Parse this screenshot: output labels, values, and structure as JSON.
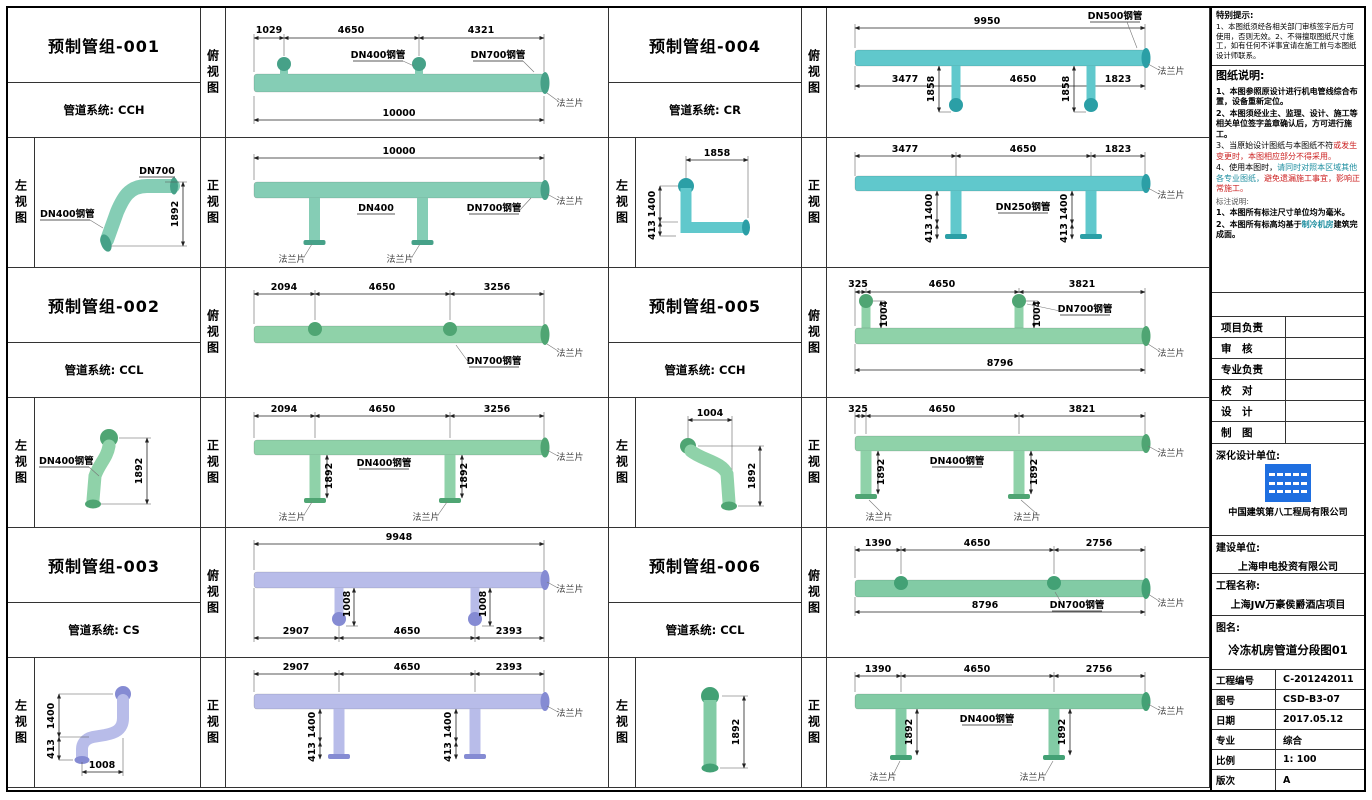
{
  "view_labels": {
    "top": "俯视图",
    "left": "左视图",
    "front": "正视图"
  },
  "common": {
    "flange": "法兰片"
  },
  "groups": [
    {
      "title": "预制管组-001",
      "system": "管道系统: CCH",
      "color": "#85cdb5",
      "dark": "#46a188",
      "top": {
        "d1": "1029",
        "d2": "4650",
        "d3": "4321",
        "total": "10000",
        "lbl1": "DN400钢管",
        "lbl2": "DN700钢管"
      },
      "left": {
        "lbl1": "DN700",
        "lbl2": "DN400钢管",
        "v": "1892"
      },
      "front": {
        "total": "10000",
        "lbl1": "DN400",
        "lbl2": "DN700钢管"
      }
    },
    {
      "title": "预制管组-002",
      "system": "管道系统: CCL",
      "color": "#8fd2a9",
      "dark": "#4fa573",
      "top": {
        "d1": "2094",
        "d2": "4650",
        "d3": "3256",
        "lbl": "DN700钢管"
      },
      "left": {
        "lbl": "DN400钢管",
        "v": "1892"
      },
      "front": {
        "d1": "2094",
        "d2": "4650",
        "d3": "3256",
        "v": "1892",
        "lbl": "DN400钢管"
      }
    },
    {
      "title": "预制管组-003",
      "system": "管道系统: CS",
      "color": "#b8bce9",
      "dark": "#858bd3",
      "top": {
        "total": "9948",
        "s": "1008",
        "d1": "2907",
        "d2": "4650",
        "d3": "2393"
      },
      "left": {
        "v1": "1400",
        "v2": "413",
        "b": "1008"
      },
      "front": {
        "d1": "2907",
        "d2": "4650",
        "d3": "2393",
        "v1": "1400",
        "v2": "413"
      }
    },
    {
      "title": "预制管组-004",
      "system": "管道系统: CR",
      "color": "#60c8cc",
      "dark": "#2b9fa6",
      "top": {
        "total": "9950",
        "lbl": "DN500钢管",
        "d1": "3477",
        "d2": "4650",
        "d3": "1823",
        "s": "1858"
      },
      "left": {
        "h": "1858",
        "v1": "1400",
        "v2": "413"
      },
      "front": {
        "d1": "3477",
        "d2": "4650",
        "d3": "1823",
        "v1": "1400",
        "v2": "413",
        "lbl": "DN250钢管"
      }
    },
    {
      "title": "预制管组-005",
      "system": "管道系统: CCH",
      "color": "#8fd2a9",
      "dark": "#4fa573",
      "top": {
        "d1": "325",
        "d2": "4650",
        "d3": "3821",
        "s": "1004",
        "lbl": "DN700钢管",
        "total": "8796"
      },
      "left": {
        "h": "1004",
        "v": "1892"
      },
      "front": {
        "d1": "325",
        "d2": "4650",
        "d3": "3821",
        "v": "1892",
        "lbl": "DN400钢管"
      }
    },
    {
      "title": "预制管组-006",
      "system": "管道系统: CCL",
      "color": "#82cba5",
      "dark": "#43a175",
      "top": {
        "d1": "1390",
        "d2": "4650",
        "d3": "2756",
        "total": "8796",
        "lbl": "DN700钢管"
      },
      "left": {
        "v": "1892"
      },
      "front": {
        "d1": "1390",
        "d2": "4650",
        "d3": "2756",
        "v": "1892",
        "lbl": "DN400钢管"
      }
    }
  ],
  "titleblock": {
    "special_title": "特别提示:",
    "special_text": "1、本图纸须经各相关部门审核签字后方可使用，否则无效。2、不得擅取图纸尺寸施工，如有任何不详事宜请在施工前与本图纸设计师联系。",
    "notes_title": "图纸说明:",
    "note1": "1、本图参照原设计进行机电管线综合布置，设备重新定位。",
    "note2": "2、本图须经业主、监理、设计、施工等相关单位签字盖章确认后，方可进行施工。",
    "note3a": "3、当原始设计图纸与本图纸不符",
    "note3b": "或发生变更时，本图相应部分不得采用。",
    "note4a": "4、使用本图时，",
    "note4b": "请同时对照本区域其他各专业图纸，",
    "note4c": "避免遗漏施工事宜，影响正常施工。",
    "note_sub": "标注说明:",
    "note5": "1、本图所有标注尺寸单位均为毫米。",
    "note6a": "2、本图所有标高均基于",
    "note6b": "制冷机房",
    "note6c": "建筑完成面。",
    "sig": [
      "项目负责",
      "审　核",
      "专业负责",
      "校　对",
      "设　计",
      "制　图"
    ],
    "shr_label": "深化设计单位:",
    "company": "中国建筑第八工程局有限公司",
    "owner_label": "建设单位:",
    "owner": "上海申电投资有限公司",
    "project_label": "工程名称:",
    "project": "上海JW万豪侯爵酒店项目",
    "fig_label": "图名:",
    "fig_name": "冷冻机房管道分段图01",
    "rows": [
      {
        "label": "工程编号",
        "value": "C-201242011"
      },
      {
        "label": "图号",
        "value": "CSD-B3-07"
      },
      {
        "label": "日期",
        "value": "2017.05.12"
      },
      {
        "label": "专业",
        "value": "综合"
      },
      {
        "label": "比例",
        "value": "1: 100"
      },
      {
        "label": "版次",
        "value": "A"
      }
    ]
  }
}
